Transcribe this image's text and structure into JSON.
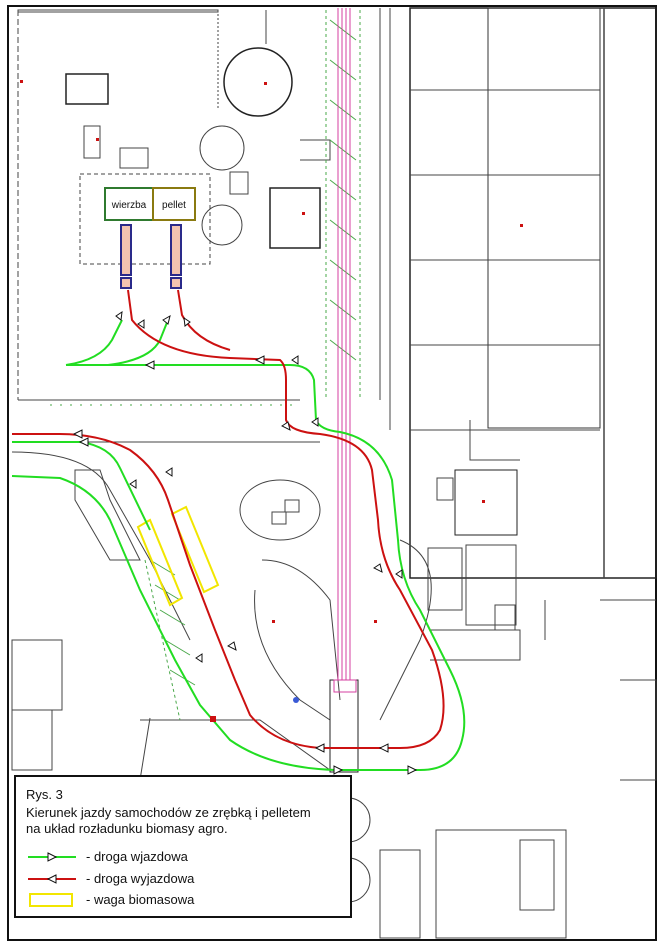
{
  "figure": {
    "caption_title": "Rys. 3",
    "caption_line1": "Kierunek jazdy samochodów ze zrębką i pelletem",
    "caption_line2": "na układ rozładunku biomasy agro."
  },
  "labels": {
    "wierzba": "wierzba",
    "pellet": "pellet"
  },
  "legend": {
    "items": [
      {
        "label": "- droga wjazdowa",
        "color": "#22dd22",
        "symbol": "arrow-right"
      },
      {
        "label": "- droga wyjazdowa",
        "color": "#cc1111",
        "symbol": "arrow-left"
      },
      {
        "label": "- waga biomasowa",
        "color": "#f2e600",
        "symbol": "rectangle"
      }
    ]
  },
  "colors": {
    "entry_route": "#22dd22",
    "exit_route": "#cc1111",
    "scale": "#f2e600",
    "conveyor": "#d63fa0",
    "bunker_fill": "#f2c4b0",
    "bunker_border": "#2a2a8a"
  }
}
